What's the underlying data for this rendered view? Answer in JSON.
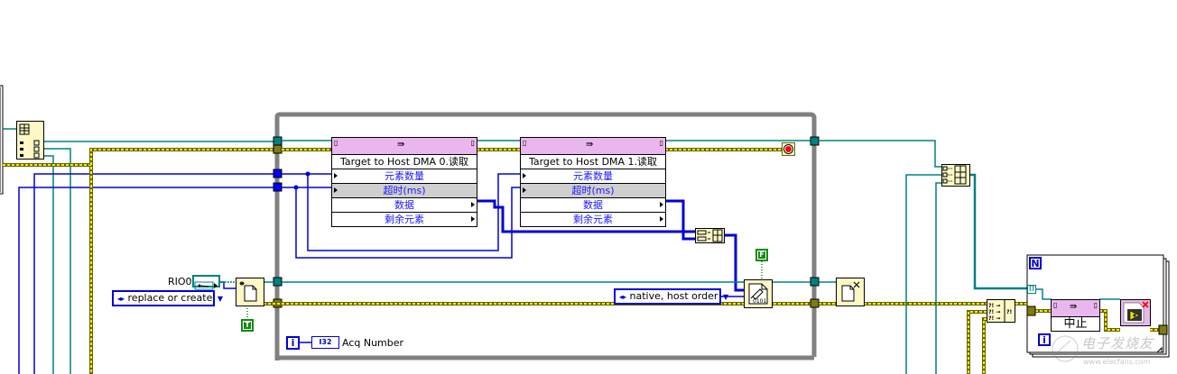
{
  "diagram": {
    "type": "LabVIEW block diagram",
    "nodes": {
      "dma0": {
        "title": "Target to Host DMA 0.读取",
        "rows": [
          "元素数量",
          "超时(ms)",
          "数据",
          "剩余元素"
        ]
      },
      "dma1": {
        "title": "Target to Host DMA 1.读取",
        "rows": [
          "元素数量",
          "超时(ms)",
          "数据",
          "剩余元素"
        ]
      },
      "abort": {
        "rows": [
          "中止"
        ]
      },
      "rio_resource": {
        "label": "RIO0"
      },
      "open_mode": {
        "value": "replace or create"
      },
      "byte_order": {
        "value": "native, host order"
      },
      "open_create_bool": {
        "value": "T"
      },
      "prepend_bool": {
        "value": "F"
      },
      "loop_counter": {
        "value": "i"
      },
      "acq_indicator": {
        "type": "I32",
        "label": "Acq Number"
      },
      "for_loop_count": {
        "value": "N"
      },
      "for_loop_iter": {
        "value": "i"
      },
      "tunnel_index": {
        "value": "[]"
      }
    },
    "watermark": {
      "site": "www.elecfans.com",
      "brand": "电子发烧友"
    },
    "colors": {
      "refnum_wire": "#008080",
      "error_wire": "#a89a00",
      "numeric_wire": "#0000d8",
      "property_node": "#e9b6ee",
      "function_node": "#fdf8c6",
      "while_loop_border": "#808080",
      "stop_button": "#ff0000",
      "boolean_constant": "#128a12"
    }
  }
}
